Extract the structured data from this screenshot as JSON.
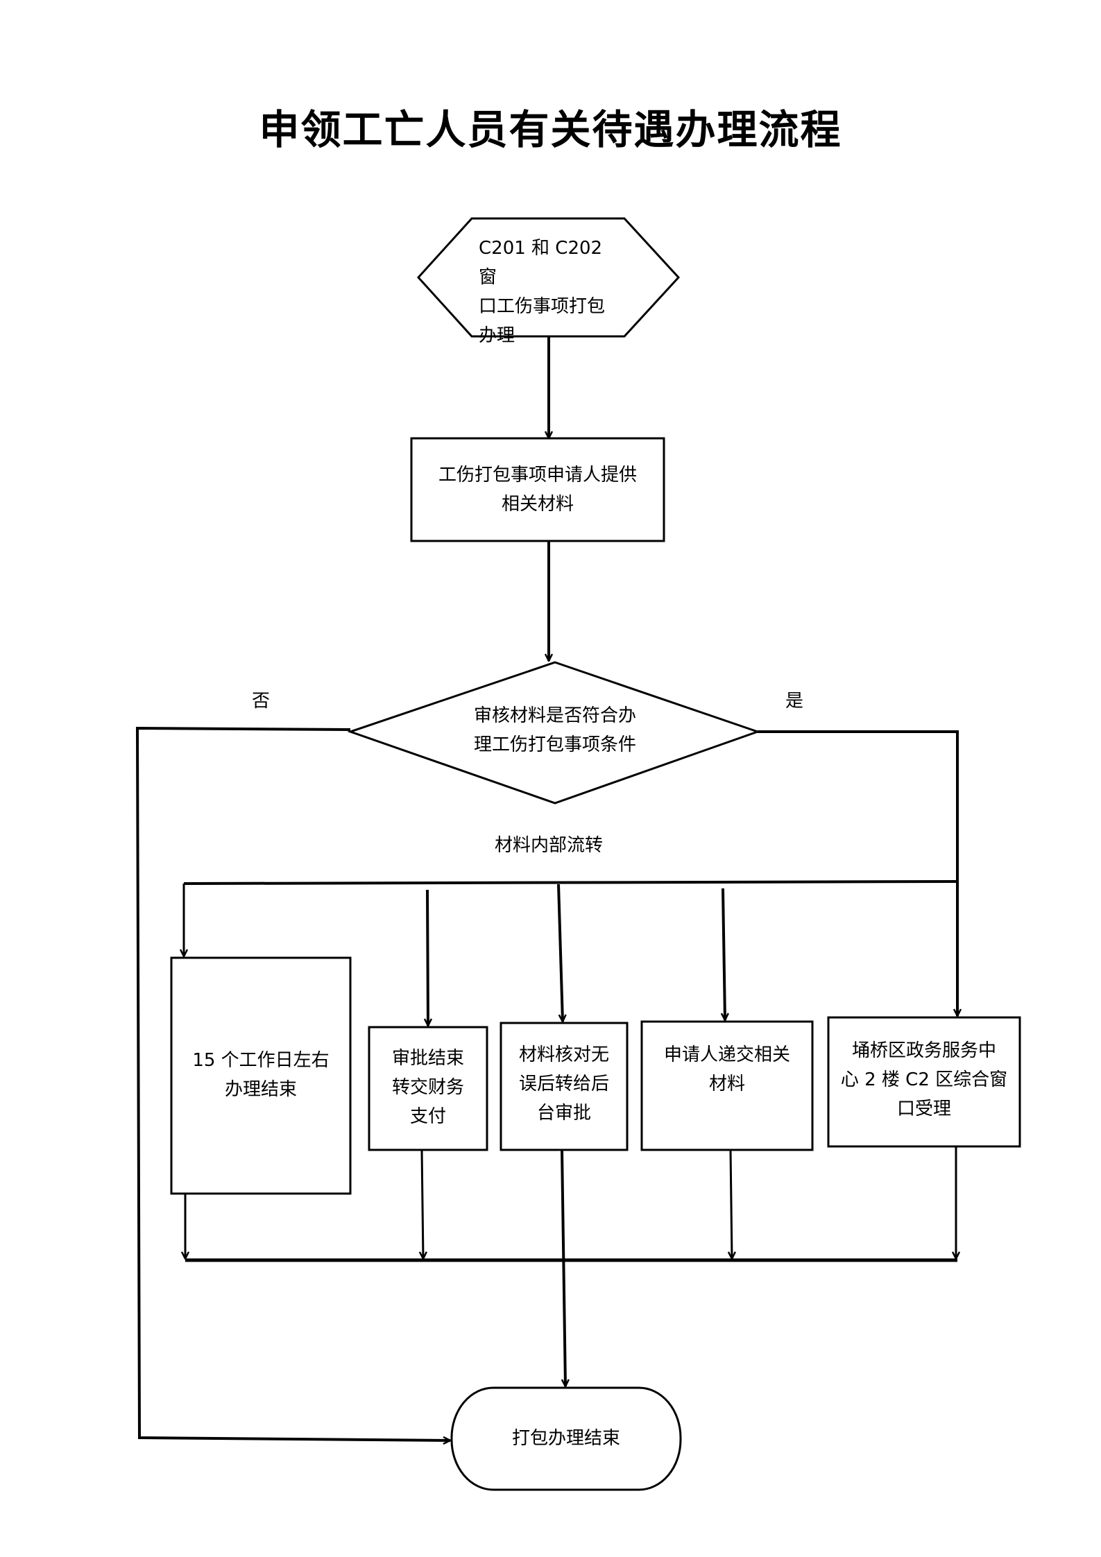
{
  "title": "申领工亡人员有关待遇办理流程",
  "nodes": {
    "start": {
      "type": "hexagon",
      "lines": [
        "C201 和 C202 窗",
        "口工伤事项打包",
        "办理"
      ]
    },
    "provide": {
      "type": "process",
      "lines": [
        "工伤打包事项申请人提供",
        "相关材料"
      ]
    },
    "check": {
      "type": "decision",
      "lines": [
        "审核材料是否符合办",
        "理工伤打包事项条件"
      ]
    },
    "days15": {
      "type": "process",
      "lines": [
        "15 个工作日左右",
        "办理结束"
      ]
    },
    "payment": {
      "type": "process",
      "lines": [
        "审批结束",
        "转交财务",
        "支付"
      ]
    },
    "verify": {
      "type": "process",
      "lines": [
        "材料核对无",
        "误后转给后",
        "台审批"
      ]
    },
    "submit": {
      "type": "process",
      "lines": [
        "申请人递交相关",
        "材料"
      ]
    },
    "accept": {
      "type": "process",
      "lines": [
        "埇桥区政务服务中",
        "心 2 楼 C2 区综合窗",
        "口受理"
      ]
    },
    "end": {
      "type": "terminator",
      "lines": [
        "打包办理结束"
      ]
    }
  },
  "edge_labels": {
    "no": "否",
    "yes": "是",
    "internal": "材料内部流转"
  },
  "edges": [
    {
      "from": "start",
      "to": "provide"
    },
    {
      "from": "provide",
      "to": "check"
    },
    {
      "from": "check",
      "to": "end",
      "label": "否"
    },
    {
      "from": "check",
      "to": "accept",
      "label": "是"
    },
    {
      "from": "accept",
      "to": "submit",
      "label": "材料内部流转"
    },
    {
      "from": "submit",
      "to": "verify"
    },
    {
      "from": "verify",
      "to": "payment"
    },
    {
      "from": "payment",
      "to": "days15"
    },
    {
      "from": "days15",
      "to": "end"
    }
  ]
}
